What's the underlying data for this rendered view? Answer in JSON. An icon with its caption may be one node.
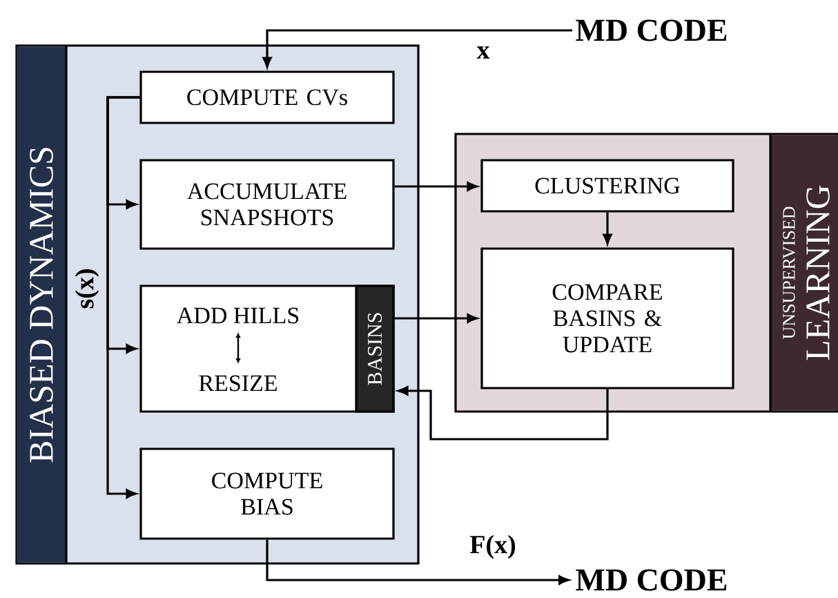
{
  "diagram": {
    "nodes": [
      {
        "text": [
          "BIASED DYNAMICS"
        ]
      },
      {
        "text": [
          "COMPUTE CVs"
        ],
        "in": 0
      },
      {
        "text": [
          "ACCUMULATE SNAPSHOTS"
        ],
        "in": 0
      },
      {
        "text": [
          "ADD HILLS",
          "RESIZE"
        ],
        "in": 0
      },
      {
        "text": [
          "BASINS"
        ],
        "in": 3
      },
      {
        "text": [
          "COMPUTE BIAS"
        ],
        "in": 0
      },
      {
        "text": [
          "UNSUPERVISED",
          "LEARNING"
        ]
      },
      {
        "text": [
          "CLUSTERING"
        ],
        "in": 6
      },
      {
        "text": [
          "COMPARE BASINS & UPDATE"
        ],
        "in": 6
      },
      {
        "text": [
          "MD CODE"
        ]
      },
      {
        "text": [
          "MD CODE"
        ]
      }
    ],
    "edges": [
      {
        "from": 9,
        "to": 1,
        "arrow": "to",
        "label": "x"
      },
      {
        "from": 1,
        "to": 2,
        "arrow": "to"
      },
      {
        "from": 1,
        "to": 3,
        "arrow": "to",
        "label": "s(x)"
      },
      {
        "from": 1,
        "to": 5,
        "arrow": "to"
      },
      {
        "from": 2,
        "to": 7,
        "arrow": "to"
      },
      {
        "from": 7,
        "to": 8,
        "arrow": "to"
      },
      {
        "from": 4,
        "to": 8,
        "arrow": "to"
      },
      {
        "from": 8,
        "to": 4,
        "arrow": "to"
      },
      {
        "from": 5,
        "to": 10,
        "arrow": "to",
        "label": "F(x)"
      }
    ]
  }
}
